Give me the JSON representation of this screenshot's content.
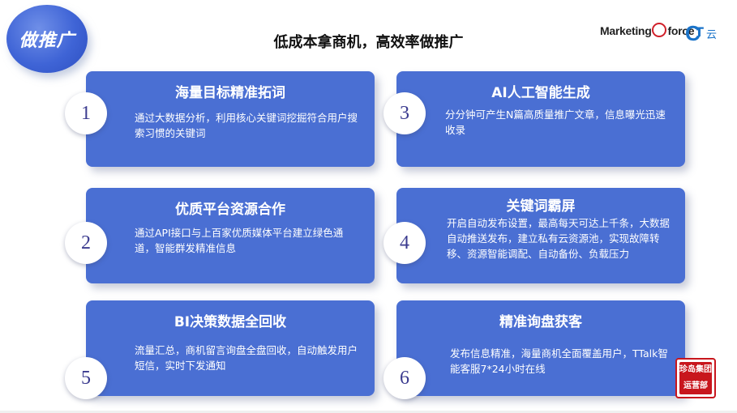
{
  "badge": {
    "label": "做推广"
  },
  "title": "低成本拿商机，高效率做推广",
  "logos": {
    "marketingforce_pre": "Marketin",
    "marketingforce_post": "force",
    "ct_c": "C",
    "ct_t": "T",
    "ct_yun": "云"
  },
  "cards": [
    {
      "num": "1",
      "heading": "海量目标精准拓词",
      "body": "通过大数据分析，利用核心关键词挖掘符合用户搜索习惯的关键词"
    },
    {
      "num": "3",
      "heading": "AI人工智能生成",
      "body": "分分钟可产生N篇高质量推广文章，信息曝光迅速收录"
    },
    {
      "num": "2",
      "heading": "优质平台资源合作",
      "body": "通过API接口与上百家优质媒体平台建立绿色通道，智能群发精准信息"
    },
    {
      "num": "4",
      "heading": "关键词霸屏",
      "body": "开启自动发布设置，最高每天可达上千条，大数据自动推送发布，建立私有云资源池，实现故障转移、资源智能调配、自动备份、负载压力"
    },
    {
      "num": "5",
      "heading": "BI决策数据全回收",
      "body": "流量汇总，商机留言询盘全盘回收，自动触发用户短信，实时下发通知"
    },
    {
      "num": "6",
      "heading": "精准询盘获客",
      "body": "发布信息精准，海量商机全面覆盖用户，TTalk智能客服7*24小时在线"
    }
  ],
  "stamp": {
    "line1": "珍岛集团",
    "line2": "运营部"
  },
  "colors": {
    "card": "#4a6fd3",
    "badge": "#3f64d6",
    "number": "#3b3b8f"
  }
}
